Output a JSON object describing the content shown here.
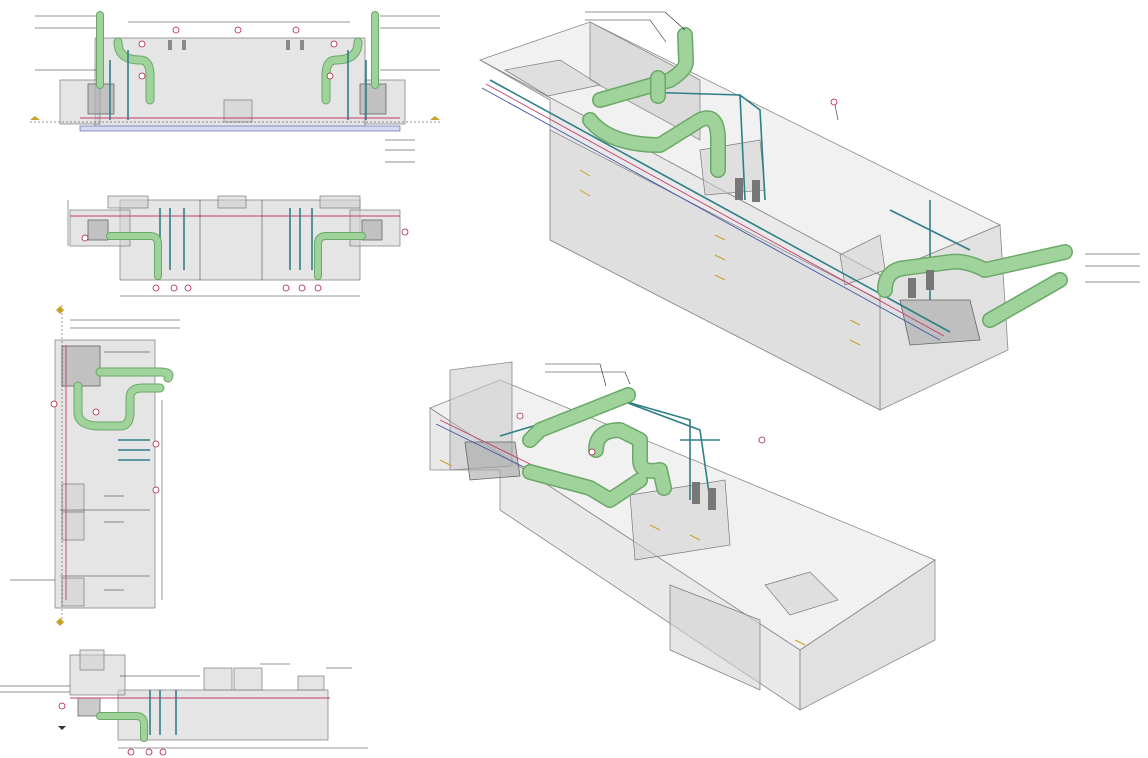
{
  "sheet": {
    "views": [
      {
        "id": "elevation-front",
        "kind": "elevation"
      },
      {
        "id": "plan-top",
        "kind": "plan"
      },
      {
        "id": "plan-side",
        "kind": "plan"
      },
      {
        "id": "elevation-side",
        "kind": "elevation"
      },
      {
        "id": "iso-view-upper",
        "kind": "isometric"
      },
      {
        "id": "iso-view-lower",
        "kind": "isometric"
      }
    ],
    "colors": {
      "exhaust_duct": "#9fd39b",
      "pipe_main": "#2f7f86",
      "pipe_red": "#c23c6e",
      "pipe_blue": "#4159a8",
      "enclosure": "#cfcfcf",
      "tag_ring": "#b21b3c"
    },
    "icons": [
      "section-marker-icon",
      "reference-tag-icon",
      "north-arrow-icon"
    ]
  }
}
